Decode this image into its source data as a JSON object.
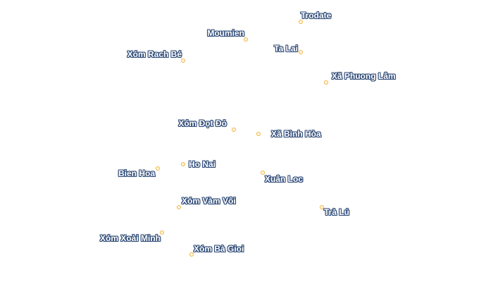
{
  "map": {
    "places": [
      {
        "id": "trodate",
        "name": "Trodate"
      },
      {
        "id": "moumien",
        "name": "Moumien"
      },
      {
        "id": "ta-lai",
        "name": "Ta Lai"
      },
      {
        "id": "xom-rach-be",
        "name": "Xóm Rach Bé"
      },
      {
        "id": "xa-phuong-lam",
        "name": "Xã Phuong Lâm"
      },
      {
        "id": "xom-dot-do",
        "name": "Xóm Đọt Đỏ"
      },
      {
        "id": "xa-binh-hoa",
        "name": "Xã Bình Hòa"
      },
      {
        "id": "ho-nai",
        "name": "Ho Nai"
      },
      {
        "id": "bien-hoa",
        "name": "Bien Hoa"
      },
      {
        "id": "xuan-loc",
        "name": "Xuân Loc"
      },
      {
        "id": "xom-vam-voi",
        "name": "Xóm Vàm Vôi"
      },
      {
        "id": "tra-lu",
        "name": "Trà Lú"
      },
      {
        "id": "xom-xoai-minh",
        "name": "Xóm Xoài Minh"
      },
      {
        "id": "xom-ba-gioi",
        "name": "Xóm Bà Gioi"
      }
    ],
    "marker_color": "#f2b441",
    "label_outline_color": "#2e4a77"
  }
}
